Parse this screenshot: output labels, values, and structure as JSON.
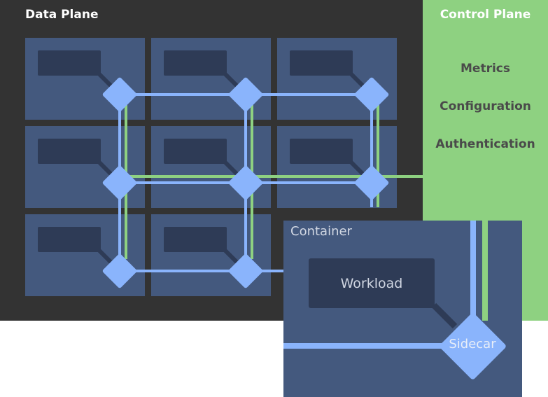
{
  "data_plane": {
    "title": "Data Plane"
  },
  "control_plane": {
    "title": "Control Plane",
    "items": [
      "Metrics",
      "Configuration",
      "Authentication"
    ]
  },
  "container": {
    "label": "Container",
    "workload_label": "Workload",
    "sidecar_label": "Sidecar"
  },
  "colors": {
    "data_plane_bg": "#333333",
    "control_plane_bg": "#8ed181",
    "pod_bg": "#44597e",
    "workload_bg": "#2e3b56",
    "proxy": "#8ab4fc",
    "control_link": "#8ed181"
  }
}
